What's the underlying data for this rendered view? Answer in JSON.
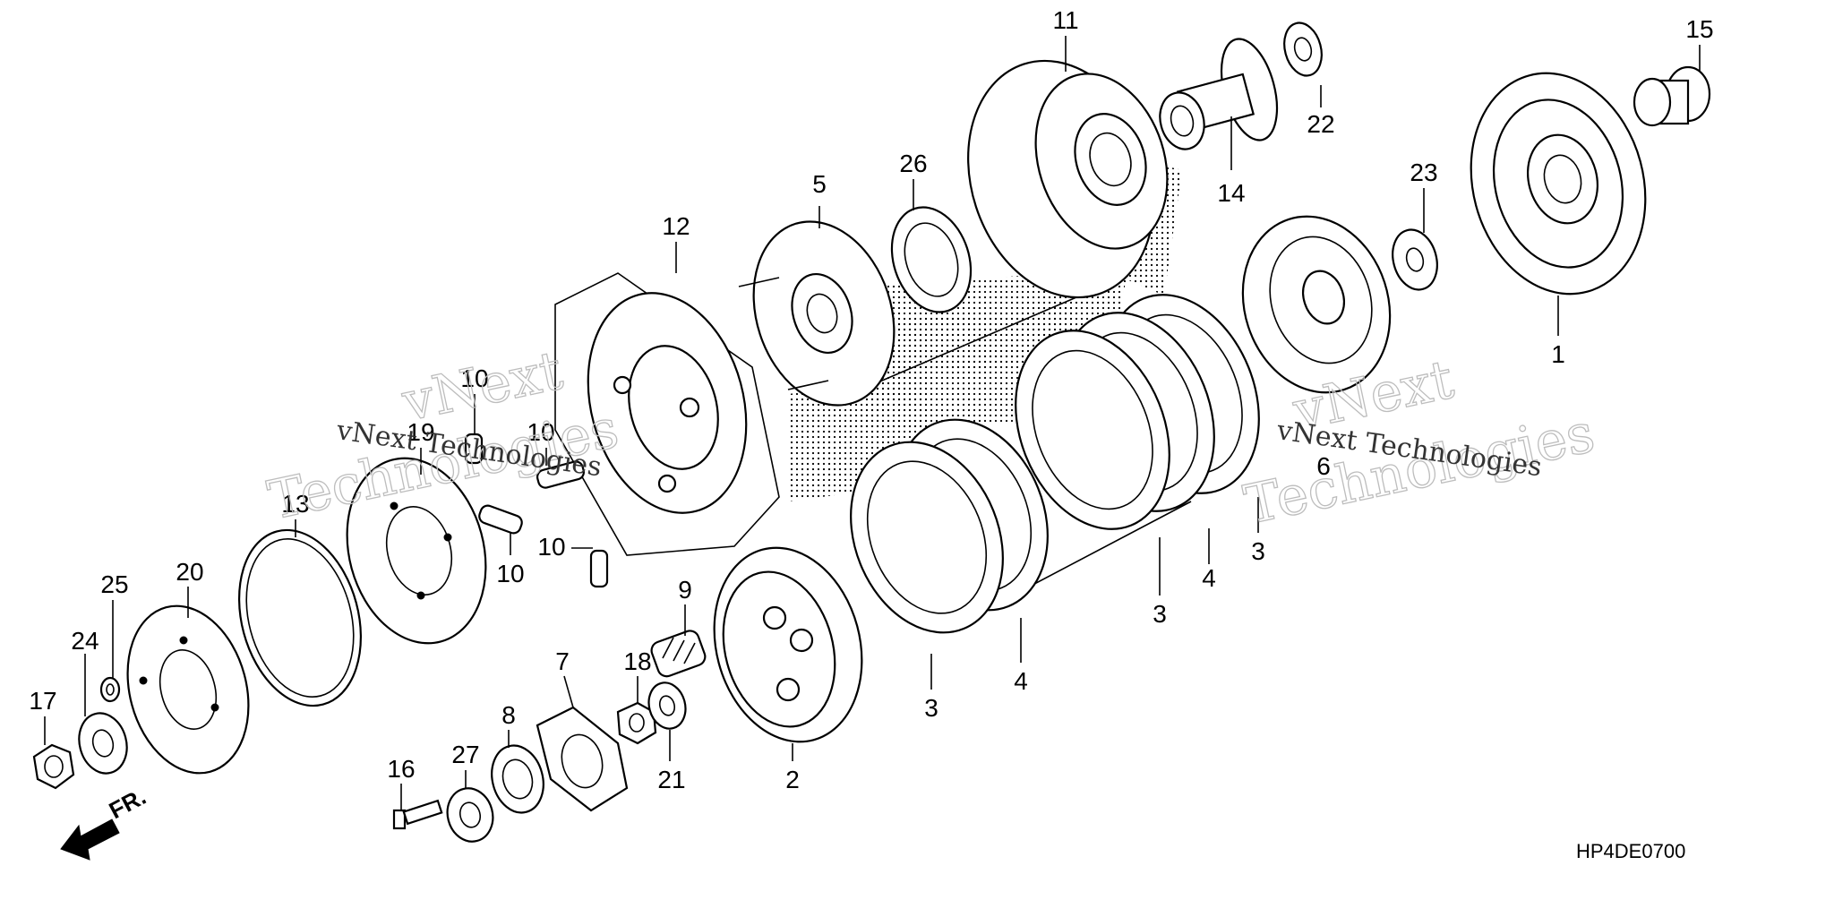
{
  "diagram": {
    "labels": [
      "1",
      "2",
      "3",
      "4",
      "5",
      "6",
      "7",
      "8",
      "9",
      "10",
      "11",
      "12",
      "13",
      "14",
      "15",
      "16",
      "17",
      "18",
      "19",
      "20",
      "21",
      "22",
      "23",
      "24",
      "25",
      "26",
      "27"
    ],
    "diagram_code": "HP4DE0700",
    "front_marker": "FR.",
    "watermark": {
      "brand": "vNext",
      "word": "Technologies",
      "line": "vNext Technologies"
    }
  }
}
